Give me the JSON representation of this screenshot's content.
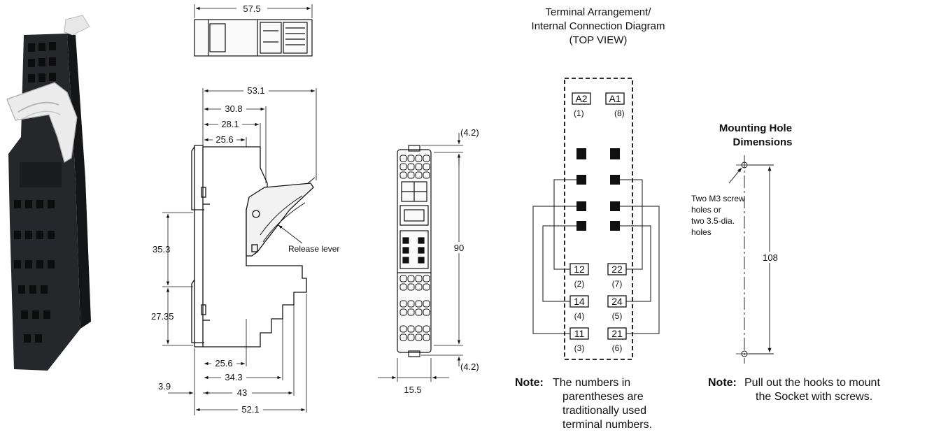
{
  "photo": {
    "icon": "relay-socket-photo"
  },
  "top_view": {
    "width_label": "57.5"
  },
  "side_view": {
    "dims": {
      "d531": "53.1",
      "d308": "30.8",
      "d281": "28.1",
      "d256_top": "25.6",
      "d353": "35.3",
      "d2735": "27.35",
      "d256_bottom": "25.6",
      "d343": "34.3",
      "d39": "3.9",
      "d43": "43",
      "d521": "52.1"
    },
    "release_lever_label": "Release lever"
  },
  "front_view": {
    "top_gap": "(4.2)",
    "height": "90",
    "bottom_gap": "(4.2)",
    "width": "15.5"
  },
  "connection_diagram": {
    "title_lines": [
      "Terminal Arrangement/",
      "Internal Connection Diagram",
      "(TOP VIEW)"
    ],
    "terminals": [
      {
        "label": "A2",
        "pin": "(1)"
      },
      {
        "label": "A1",
        "pin": "(8)"
      },
      {
        "label": "12",
        "pin": "(2)"
      },
      {
        "label": "22",
        "pin": "(7)"
      },
      {
        "label": "14",
        "pin": "(4)"
      },
      {
        "label": "24",
        "pin": "(5)"
      },
      {
        "label": "11",
        "pin": "(3)"
      },
      {
        "label": "21",
        "pin": "(6)"
      }
    ],
    "note_label": "Note:",
    "note_lines": [
      "The numbers in",
      "parentheses are",
      "traditionally used",
      "terminal numbers."
    ]
  },
  "mounting_hole": {
    "title_lines": [
      "Mounting Hole",
      "Dimensions"
    ],
    "screw_lines": [
      "Two M3 screw",
      "holes or",
      "two 3.5-dia.",
      "holes"
    ],
    "spacing": "108",
    "note_label": "Note:",
    "note_lines": [
      "Pull out the hooks to mount",
      "the Socket with screws."
    ]
  }
}
